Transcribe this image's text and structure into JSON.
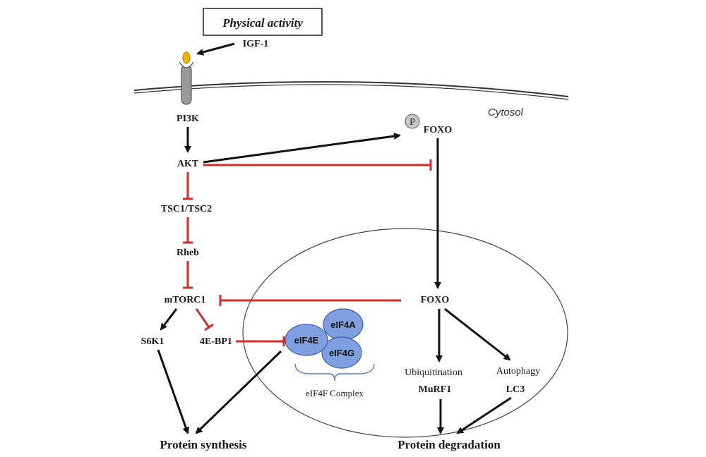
{
  "labels": {
    "physical_activity": "Physical activity",
    "igf1": "IGF-1",
    "pi3k": "PI3K",
    "akt": "AKT",
    "tsc": "TSC1/TSC2",
    "rheb": "Rheb",
    "mtorc1": "mTORC1",
    "s6k1": "S6K1",
    "fourebp1": "4E-BP1",
    "eif4e": "eIF4E",
    "eif4a": "eIF4A",
    "eif4g": "eIF4G",
    "eif4f_complex": "eIF4F Complex",
    "p": "P",
    "foxo_cytosol": "FOXO",
    "foxo_nucleus": "FOXO",
    "cytosol": "Cytosol",
    "ubiquitination": "Ubiquitination",
    "murf1": "MuRF1",
    "autophagy": "Autophagy",
    "lc3": "LC3",
    "protein_synthesis": "Protein synthesis",
    "protein_degradation": "Protein degradation"
  },
  "colors": {
    "activation": "#111111",
    "inhibition": "#d42a2a",
    "eif_fill": "#7f9fe0",
    "receptor": "#9a9a9a",
    "ligand": "#f2b400"
  }
}
